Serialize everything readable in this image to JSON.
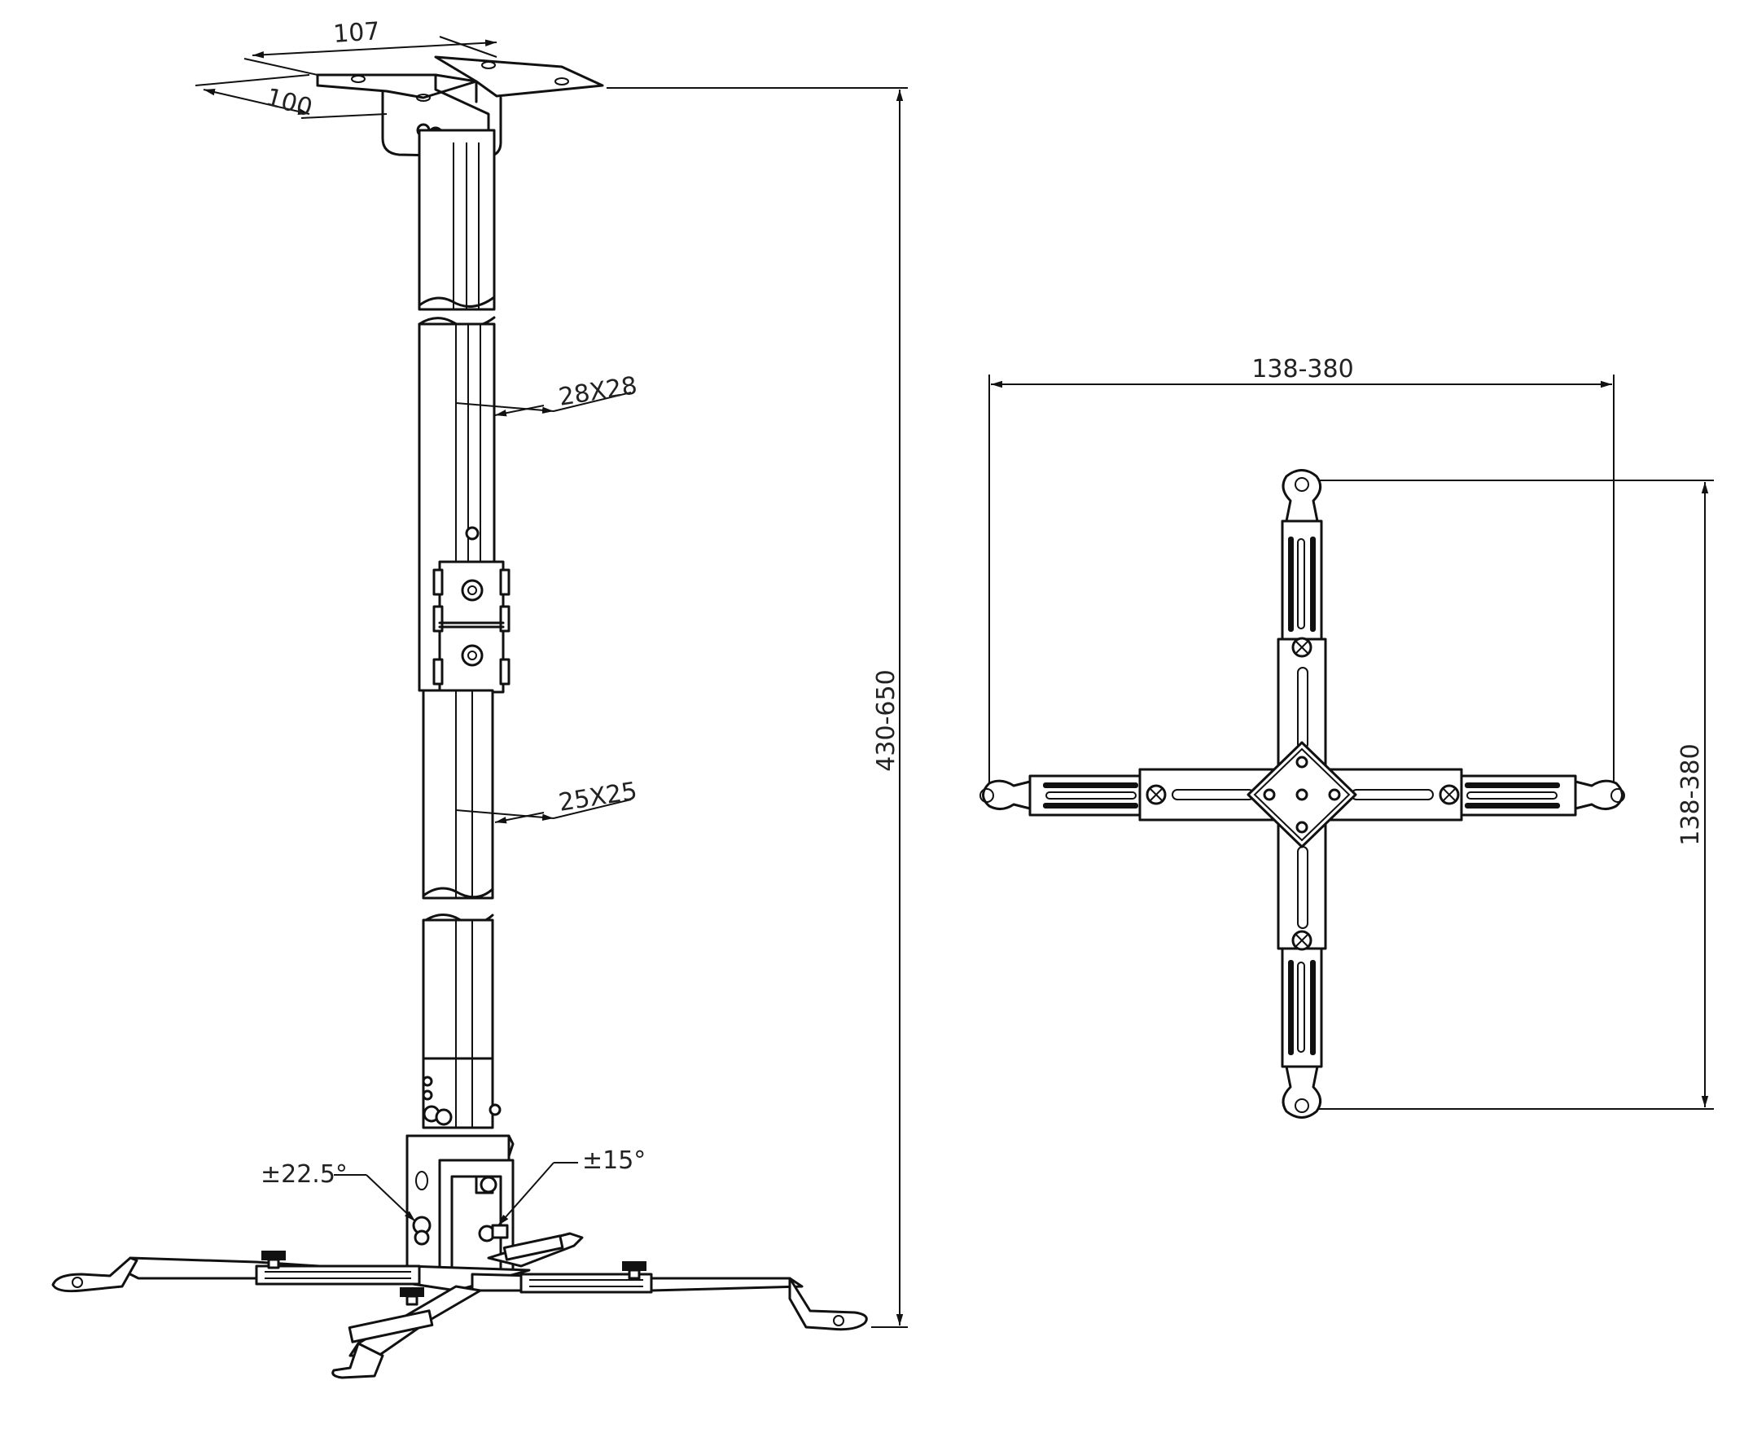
{
  "dimensions": {
    "plate_width": "107",
    "plate_depth": "100",
    "outer_tube": "28X28",
    "inner_tube": "25X25",
    "total_height": "430-650",
    "tilt_angle": "±22.5°",
    "swivel_angle": "±15°",
    "horizontal_span": "138-380",
    "vertical_span": "138-380"
  },
  "colors": {
    "line": "#111111",
    "background": "#ffffff"
  }
}
